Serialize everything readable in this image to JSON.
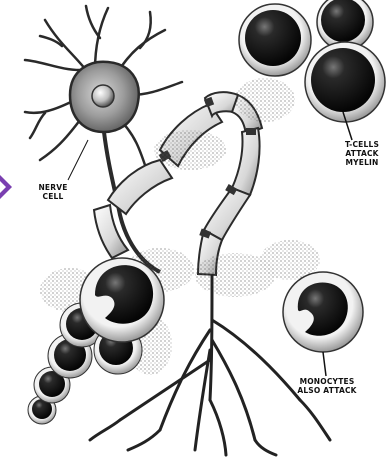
{
  "labels": {
    "nerve_cell": [
      "NERVE",
      "CELL"
    ],
    "t_cells": [
      "T-CELLS",
      "ATTACK",
      "MYELIN"
    ],
    "monocytes": [
      "MONOCYTES",
      "ALSO ATTACK"
    ]
  },
  "colors": {
    "arrow": "#7a3fb0",
    "cell_dark": "#141414",
    "myelin": "#d9d9d9",
    "ink": "#222222"
  }
}
